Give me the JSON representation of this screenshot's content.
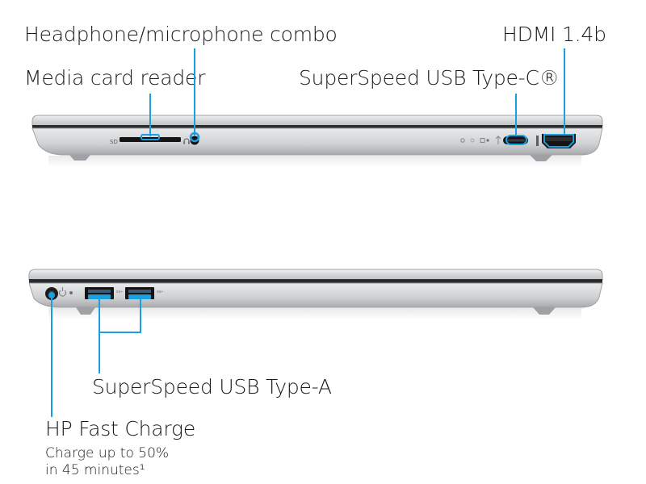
{
  "labels": {
    "headphone": "Headphone/microphone combo",
    "media_card": "Media card reader",
    "hdmi": "HDMI 1.4b",
    "usb_c": "SuperSpeed USB Type-C®",
    "usb_a": "SuperSpeed USB Type-A",
    "fast_charge_title": "HP Fast Charge",
    "fast_charge_line1": "Charge up to 50%",
    "fast_charge_line2": "in 45 minutes¹"
  },
  "port_markings": {
    "sd": "SD"
  },
  "colors": {
    "callout": "#1a9fe0",
    "chassis": "#d9dadc",
    "chassis_dark": "#a9abae",
    "port": "#141414"
  }
}
